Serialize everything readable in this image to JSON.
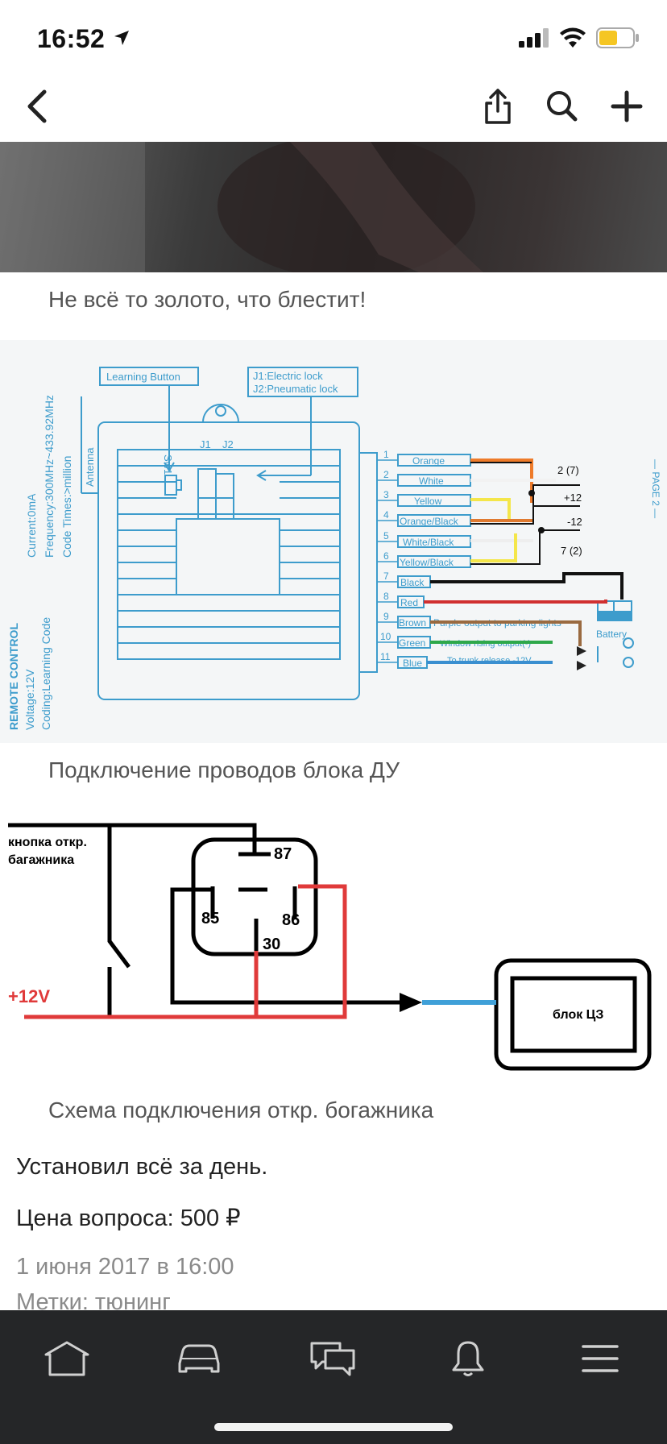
{
  "status_bar": {
    "time": "16:52"
  },
  "post": {
    "caption1": "Не всё то золото, что блестит!",
    "caption2": "Подключение проводов блока ДУ",
    "caption3": "Схема подключения откр. богажника",
    "text1": "Установил всё за день.",
    "text2": "Цена вопроса: 500 ₽",
    "date": "1 июня 2017 в 16:00",
    "tags": "Метки: тюнинг"
  },
  "wiring": {
    "learning_button": "Learning Button",
    "lock_j1": "J1:Electric lock",
    "lock_j2": "J2:Pneumatic lock",
    "sw1": "Sw1",
    "j1": "J1",
    "j2": "J2",
    "antenna": "Antenna",
    "current": "Current:0mA",
    "frequency": "Frequency:300MHz~433.92MHz",
    "code_times": "Code Times:>million",
    "remote_control": "REMOTE CONTROL",
    "voltage": "Voltage:12V",
    "coding": "Coding:Learning Code",
    "page": "— PAGE 2 —",
    "battery": "Battery",
    "wires": [
      {
        "num": "1",
        "label": "Orange"
      },
      {
        "num": "2",
        "label": "White"
      },
      {
        "num": "3",
        "label": "Yellow"
      },
      {
        "num": "4",
        "label": "Orange/Black"
      },
      {
        "num": "5",
        "label": "White/Black"
      },
      {
        "num": "6",
        "label": "Yellow/Black"
      },
      {
        "num": "7",
        "label": "Black"
      },
      {
        "num": "8",
        "label": "Red"
      },
      {
        "num": "9",
        "label": "Brown"
      },
      {
        "num": "10",
        "label": "Green"
      },
      {
        "num": "11",
        "label": "Blue"
      }
    ],
    "out_2_7": "2 (7)",
    "out_p12": "+12",
    "out_m12": "-12",
    "out_7_2": "7 (2)",
    "purple_out": "Purple output to parking lights",
    "window_out": "Window rising output(-)",
    "trunk_out": "To trunk release -12V"
  },
  "relay": {
    "button_label_1": "кнопка откр.",
    "button_label_2": "багажника",
    "pin_87": "87",
    "pin_85": "85",
    "pin_86": "86",
    "pin_30": "30",
    "plus12v": "+12V",
    "block": "блок ЦЗ"
  },
  "colors": {
    "diagram_blue": "#3d9ccc",
    "tab_bar": "#252628",
    "wire_red": "#e03a3a",
    "wire_blue": "#3fa0d8"
  }
}
